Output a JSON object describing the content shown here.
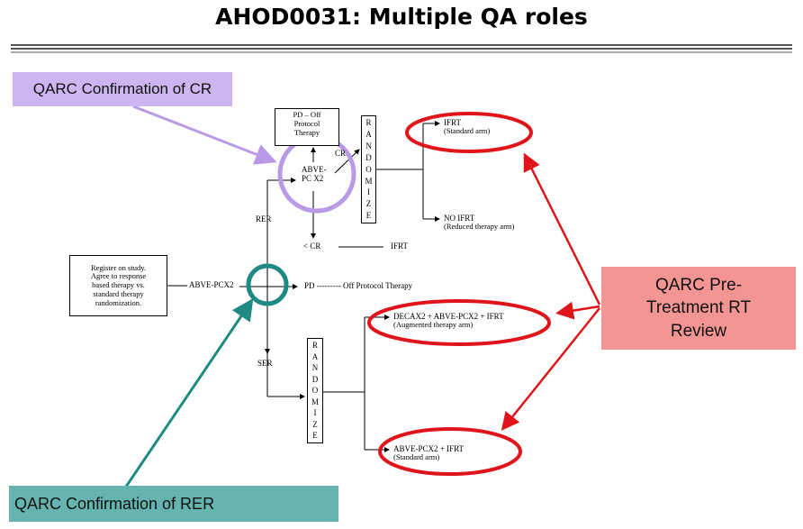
{
  "title": "AHOD0031: Multiple QA roles",
  "callouts": {
    "cr": "QARC Confirmation of CR",
    "rer": "QARC Confirmation of RER",
    "pretreatment": [
      "QARC Pre-",
      "Treatment RT",
      "Review"
    ]
  },
  "flow": {
    "register": [
      "Register on study.",
      "Agree to response",
      "based therapy vs.",
      "standard therapy",
      "randomization."
    ],
    "abve_pcx2": "ABVE-PCX2",
    "pd_off": "PD --------- Off Protocol Therapy",
    "pd_box": [
      "PD – Off",
      "Protocol",
      "Therapy"
    ],
    "abve_pc_x2": [
      "ABVE-",
      "PC X2"
    ],
    "cr": "CR",
    "rer": "RER",
    "ser": "SER",
    "lt_cr": "< CR",
    "ifrt": "IFRT",
    "randomize_letters": [
      "R",
      "A",
      "N",
      "D",
      "O",
      "M",
      "I",
      "Z",
      "E"
    ],
    "arms": {
      "ifrt_standard": {
        "name": "IFRT",
        "desc": "(Standard arm)"
      },
      "no_ifrt": {
        "name": "NO IFRT",
        "desc": "(Reduced therapy arm)"
      },
      "decax2": {
        "name": "DECAX2 + ABVE-PCX2 + IFRT",
        "desc": "(Augmented therapy arm)"
      },
      "abve_ifrt": {
        "name": "ABVE-PCX2 + IFRT",
        "desc": "(Standard arm)"
      }
    }
  },
  "colors": {
    "cr_callout": "#cdb5ef",
    "rer_callout": "#66b4b0",
    "rt_callout": "#f29593",
    "red_ellipse": "#e0141b",
    "purple_circle": "#b89ae6",
    "teal_circle": "#1f8a84"
  }
}
